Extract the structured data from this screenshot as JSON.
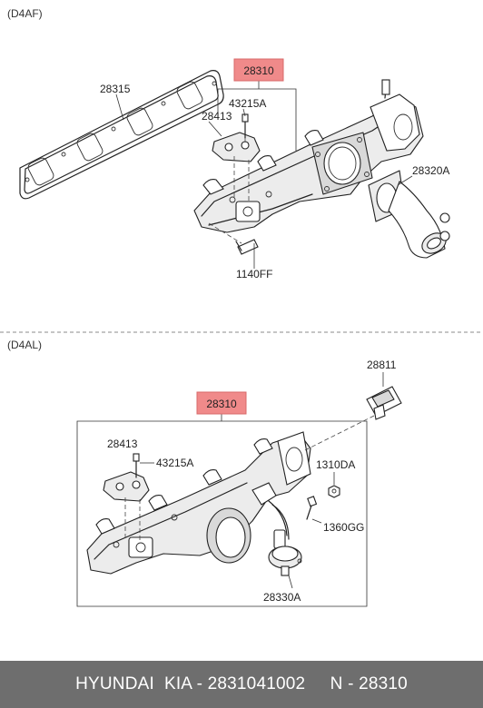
{
  "sections": [
    {
      "code": "(D4AF)"
    },
    {
      "code": "(D4AL)"
    }
  ],
  "top": {
    "main": "28310",
    "gasket": "28315",
    "heat_shield": "28413",
    "stud": "43215A",
    "bolt": "1140FF",
    "elbow": "28320A"
  },
  "bottom": {
    "main": "28310",
    "heat_shield": "28413",
    "stud": "43215A",
    "plug": "28811",
    "nut": "1310DA",
    "bolt": "1360GG",
    "actuator": "28330A"
  },
  "footer": {
    "text": "HYUNDAI  KIA - 2831041002     N - 28310"
  },
  "colors": {
    "highlight": "#f08a8a",
    "footer_bg": "#6e6e6e",
    "line": "#222222"
  }
}
